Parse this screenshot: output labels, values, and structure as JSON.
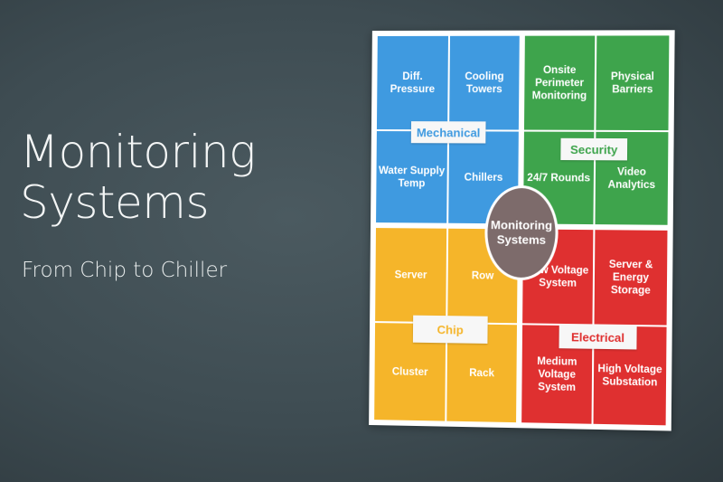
{
  "slide": {
    "title_line1": "Monitoring",
    "title_line2": "Systems",
    "subtitle": "From Chip to Chiller"
  },
  "colors": {
    "mechanical": "#3f9ae0",
    "security": "#3ea44c",
    "chip": "#f5b52a",
    "electrical": "#df3030",
    "center": "#7d6b6b"
  },
  "diagram": {
    "center": {
      "line1": "Monitoring",
      "line2": "Systems"
    },
    "mechanical": {
      "label": "Mechanical",
      "items": [
        "Diff. Pressure",
        "Cooling Towers",
        "Water Supply Temp",
        "Chillers"
      ]
    },
    "security": {
      "label": "Security",
      "items": [
        "Onsite Perimeter Monitoring",
        "Physical Barriers",
        "24/7 Rounds",
        "Video Analytics"
      ]
    },
    "chip": {
      "label": "Chip",
      "items": [
        "Server",
        "Row",
        "Cluster",
        "Rack"
      ]
    },
    "electrical": {
      "label": "Electrical",
      "items": [
        "Low Voltage System",
        "Server & Energy Storage",
        "Medium Voltage System",
        "High Voltage Substation"
      ]
    }
  }
}
